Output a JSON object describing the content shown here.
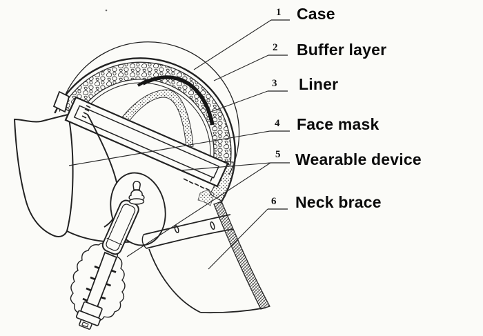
{
  "figure": {
    "type": "helmet cutaway patent diagram",
    "parts": [
      {
        "num": "1",
        "label": "Case"
      },
      {
        "num": "2",
        "label": "Buffer layer"
      },
      {
        "num": "3",
        "label": "Liner"
      },
      {
        "num": "4",
        "label": "Face mask"
      },
      {
        "num": "5",
        "label": "Wearable device"
      },
      {
        "num": "6",
        "label": "Neck brace"
      }
    ],
    "colors": {
      "background": "#fbfbf8",
      "ink": "#222222",
      "text": "#0b0b0b"
    }
  }
}
